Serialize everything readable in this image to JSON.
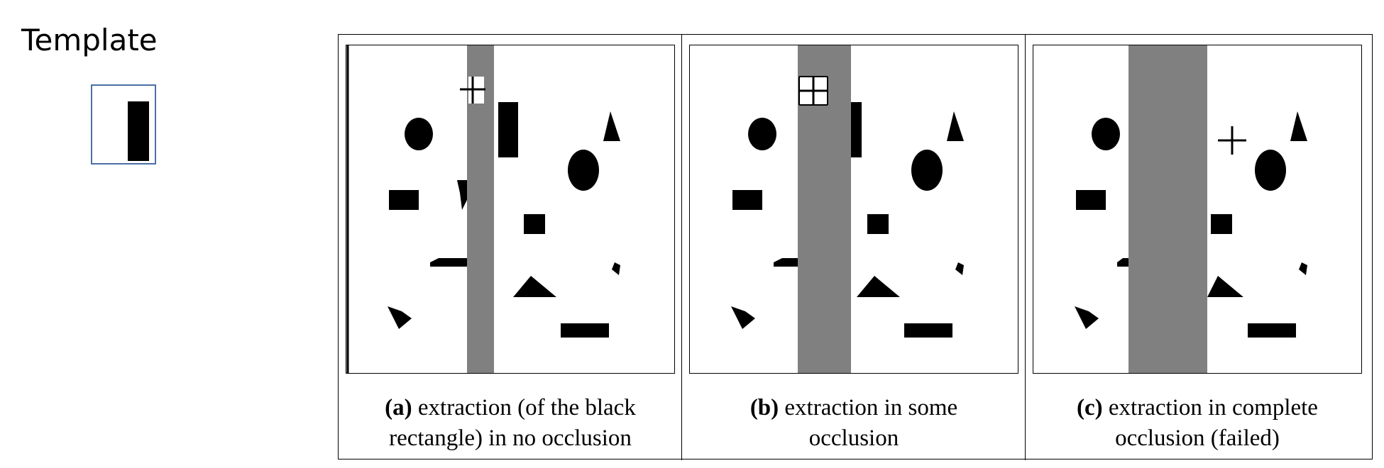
{
  "template": {
    "title": "Template"
  },
  "panels": [
    {
      "id": "a",
      "label": "(a)",
      "caption_line1": " extraction (of the black",
      "caption_line2": "rectangle) in no occlusion"
    },
    {
      "id": "b",
      "label": "(b)",
      "caption_line1": " extraction in some",
      "caption_line2": "occlusion"
    },
    {
      "id": "c",
      "label": "(c)",
      "caption_line1": " extraction in complete",
      "caption_line2": "occlusion (failed)"
    }
  ],
  "colors": {
    "occluder": "#808080",
    "shape": "#000000",
    "template_border": "#4a6fa5"
  }
}
